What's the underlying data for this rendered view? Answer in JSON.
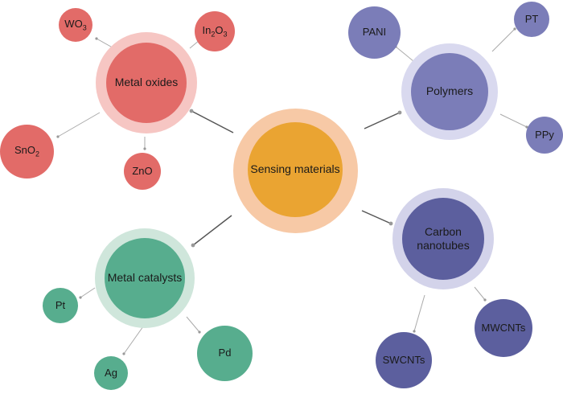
{
  "colors": {
    "metal_oxides": "#e26b68",
    "metal_oxides_ring": "#f6c6c3",
    "polymers": "#7b7db8",
    "polymers_ring": "#d9d9ef",
    "center": "#eaa432",
    "center_ring": "#f7c9a6",
    "carbon": "#5c5f9e",
    "carbon_ring": "#d3d3ea",
    "metal_catalysts": "#57ad8e",
    "metal_catalysts_ring": "#cfe6db",
    "connector": "#555555",
    "thin_connector": "#aaaaaa"
  },
  "center": {
    "label": "Sensing materials"
  },
  "groups": {
    "metal_oxides": {
      "label": "Metal oxides",
      "leaves": {
        "wo3": {
          "base": "WO",
          "sub": "3",
          "base2": ""
        },
        "in2o3": {
          "base": "In",
          "sub": "2",
          "base2": "O",
          "sub2": "3"
        },
        "sno2": {
          "base": "SnO",
          "sub": "2"
        },
        "zno": {
          "label": "ZnO"
        }
      }
    },
    "polymers": {
      "label": "Polymers",
      "leaves": {
        "pani": "PANI",
        "pt": "PT",
        "ppy": "PPy"
      }
    },
    "carbon": {
      "label_line1": "Carbon",
      "label_line2": "nanotubes",
      "leaves": {
        "swcnts": "SWCNTs",
        "mwcnts": "MWCNTs"
      }
    },
    "metal_catalysts": {
      "label": "Metal catalysts",
      "leaves": {
        "pt": "Pt",
        "ag": "Ag",
        "pd": "Pd"
      }
    }
  }
}
